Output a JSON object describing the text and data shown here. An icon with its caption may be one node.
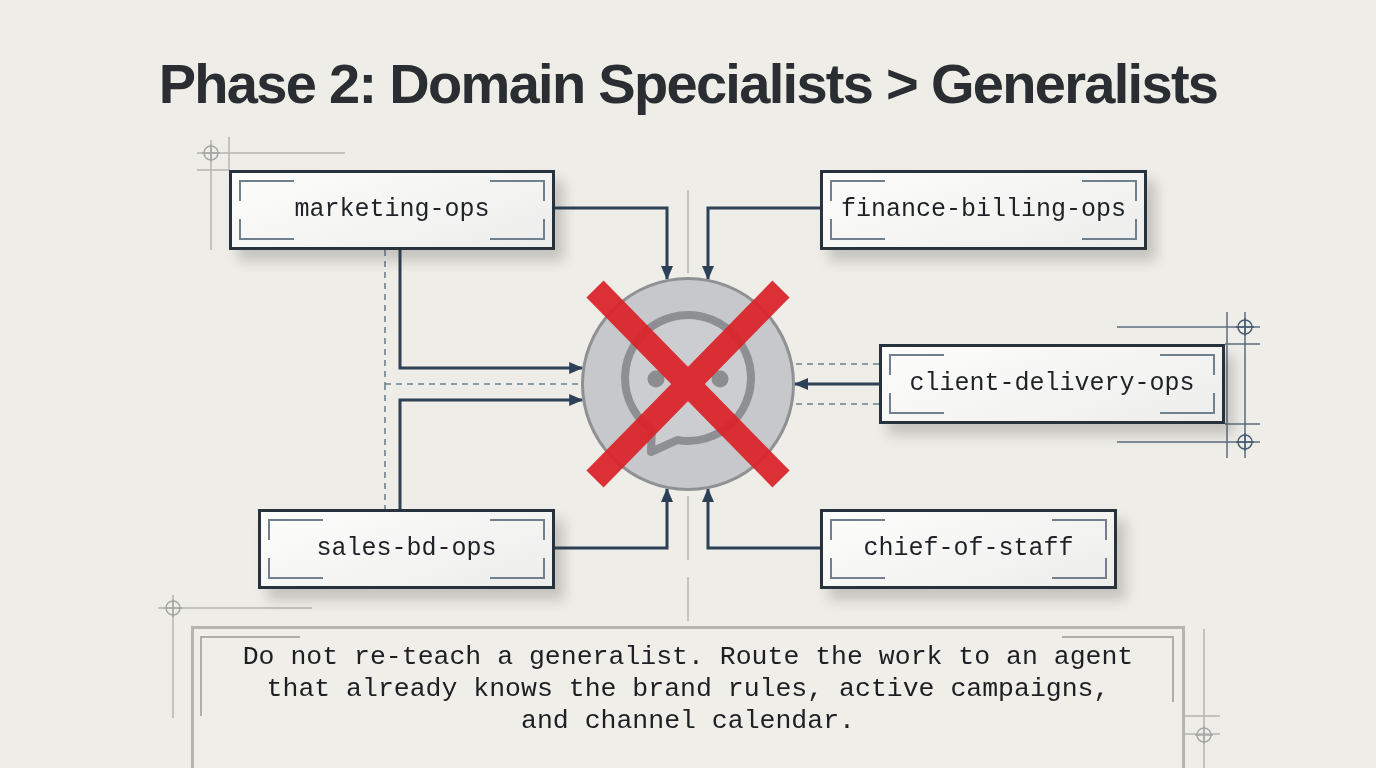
{
  "diagram": {
    "title": "Phase 2: Domain Specialists > Generalists",
    "nodes": [
      {
        "text": [
          "marketing-ops"
        ]
      },
      {
        "text": [
          "finance-billing-ops"
        ]
      },
      {
        "text": [],
        "shape": "circle"
      },
      {
        "text": [
          "client-delivery-ops"
        ]
      },
      {
        "text": [
          "sales-bd-ops"
        ]
      },
      {
        "text": [
          "chief-of-staff"
        ]
      },
      {
        "text": [
          "Do not re-teach a generalist. Route the work to an agent that already knows the brand rules, active campaigns, and channel calendar."
        ]
      }
    ],
    "edges": [
      {
        "from": 0,
        "to": 2,
        "arrow": "to"
      },
      {
        "from": 0,
        "to": 2,
        "arrow": "to"
      },
      {
        "from": 1,
        "to": 2,
        "arrow": "to"
      },
      {
        "from": 3,
        "to": 2,
        "arrow": "to"
      },
      {
        "from": 4,
        "to": 2,
        "arrow": "to"
      },
      {
        "from": 4,
        "to": 2,
        "arrow": "to"
      },
      {
        "from": 5,
        "to": 2,
        "arrow": "to"
      },
      {
        "from": 0,
        "to": 4,
        "arrow": "none",
        "style": "dashed",
        "color": "#6e8092"
      },
      {
        "from": 0,
        "to": 2,
        "arrow": "none",
        "style": "dashed",
        "color": "#6e8092"
      },
      {
        "from": 3,
        "to": 2,
        "arrow": "none",
        "style": "dashed",
        "color": "#6e8092"
      },
      {
        "from": 3,
        "to": 2,
        "arrow": "none",
        "style": "dashed",
        "color": "#6e8092"
      }
    ]
  }
}
